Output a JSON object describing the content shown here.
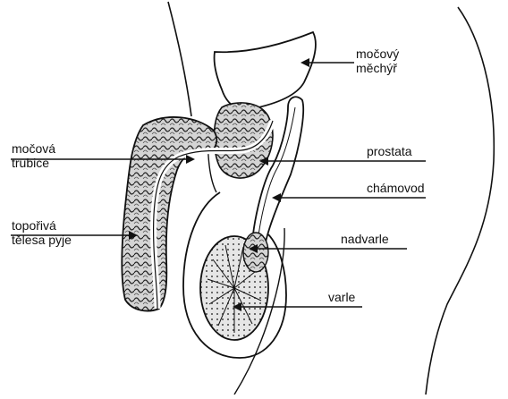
{
  "labels": {
    "bladder": [
      "močový",
      "měchýř"
    ],
    "urethra": [
      "močová",
      "trubice"
    ],
    "prostate": [
      "prostata"
    ],
    "vas_deferens": [
      "chámovod"
    ],
    "corpora": [
      "topořivá",
      "tělesa pyje"
    ],
    "epididymis": [
      "nadvarle"
    ],
    "testis": [
      "varle"
    ]
  },
  "colors": {
    "ink": "#111111",
    "background": "#ffffff",
    "tissue_fill": "#cfcfcf",
    "bladder_fill": "#ffffff"
  }
}
